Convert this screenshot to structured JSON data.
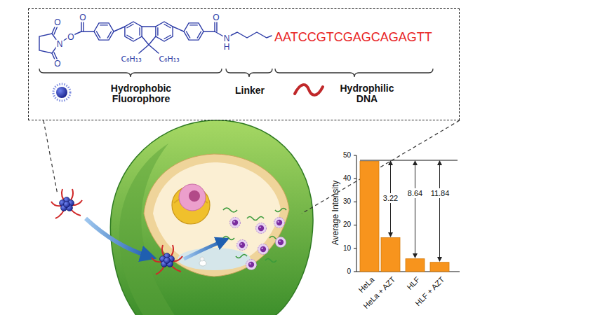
{
  "diagram": {
    "nodes": [
      {
        "text": [
          "O",
          "N",
          "O",
          "O",
          "O",
          "C₆H₁₃",
          "C₆H₁₃",
          "O",
          "N",
          "H",
          "AATCCGTCGAGCAGAGTT",
          "Hydrophobic Fluorophore",
          "Linker",
          "Hydrophilic DNA"
        ]
      }
    ],
    "labels": [
      "Average Intensity",
      "50",
      "40",
      "30",
      "20",
      "10",
      "0",
      "3.22",
      "8.64",
      "11.84",
      "HeLa",
      "HeLa + AZT",
      "HLF",
      "HLF + AZT"
    ]
  }
}
